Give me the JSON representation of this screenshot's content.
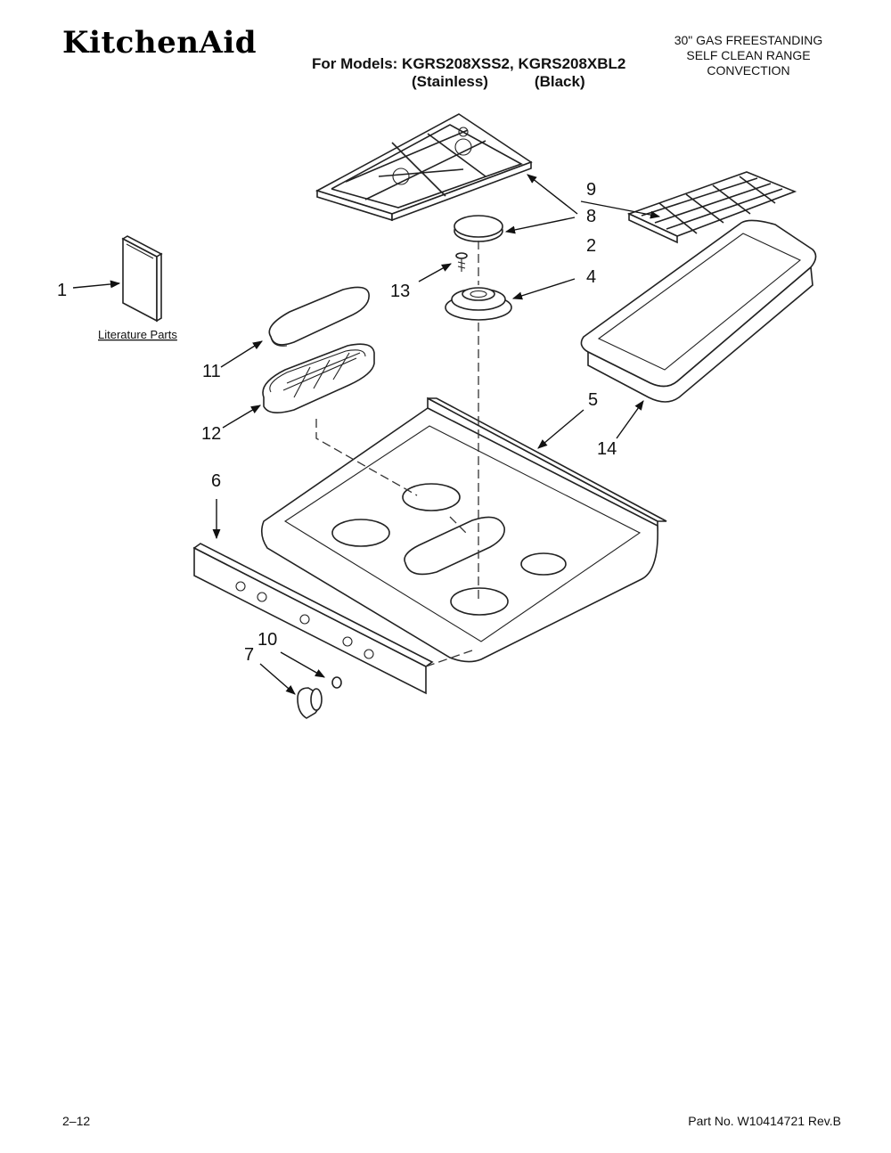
{
  "header": {
    "brand": "KitchenAid",
    "models_line1": "For Models: KGRS208XSS2, KGRS208XBL2",
    "models_line2": "(Stainless)           (Black)",
    "range_line1": "30\" GAS FREESTANDING",
    "range_line2": "SELF CLEAN RANGE",
    "range_line3": "CONVECTION"
  },
  "diagram": {
    "literature_label": "Literature Parts",
    "callouts": {
      "c1": "1",
      "c2": "2",
      "c4": "4",
      "c5": "5",
      "c6": "6",
      "c7": "7",
      "c8": "8",
      "c9": "9",
      "c10": "10",
      "c11": "11",
      "c12": "12",
      "c13": "13",
      "c14": "14"
    }
  },
  "footer": {
    "page": "2–12",
    "part_no": "Part No. W10414721 Rev.B"
  }
}
